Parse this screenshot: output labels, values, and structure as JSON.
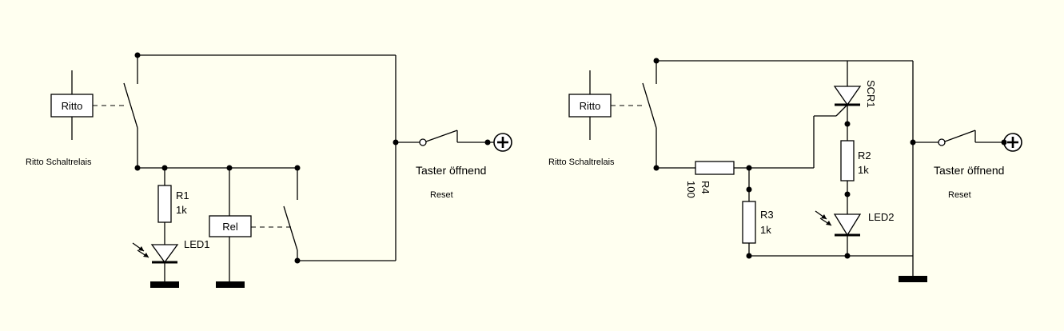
{
  "colors": {
    "background": "#fffff0",
    "ink": "#000000"
  },
  "left_circuit": {
    "relay_box": "Ritto",
    "relay_caption": "Ritto Schaltrelais",
    "r1_name": "R1",
    "r1_value": "1k",
    "led1": "LED1",
    "rel_box": "Rel",
    "button_label": "Taster öffnend",
    "reset_label": "Reset"
  },
  "right_circuit": {
    "relay_box": "Ritto",
    "relay_caption": "Ritto Schaltrelais",
    "scr": "SCR1",
    "r2_name": "R2",
    "r2_value": "1k",
    "r4_name": "R4",
    "r4_value": "100",
    "r3_name": "R3",
    "r3_value": "1k",
    "led2": "LED2",
    "button_label": "Taster öffnend",
    "reset_label": "Reset"
  },
  "icons": [
    "plus-terminal-icon",
    "ground-icon",
    "led-icon",
    "relay-switch-icon"
  ]
}
